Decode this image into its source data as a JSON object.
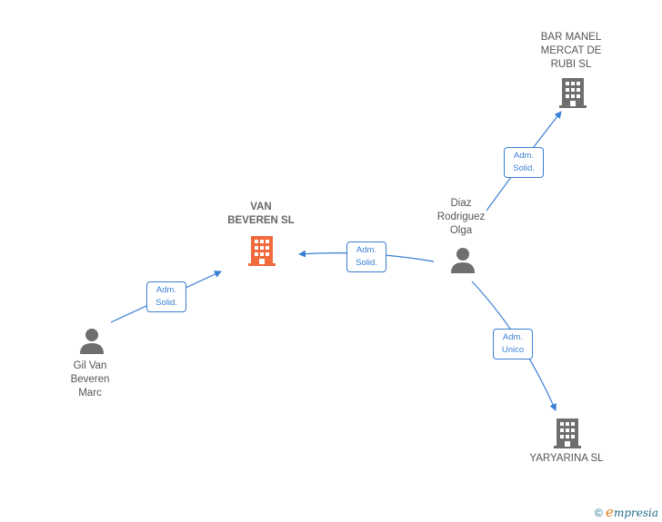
{
  "nodes": {
    "van_beveren": {
      "label": "VAN\nBEVEREN  SL",
      "kind": "company",
      "color": "#f26a3c"
    },
    "bar_manel": {
      "label": "BAR MANEL\nMERCAT DE\nRUBI  SL",
      "kind": "company",
      "color": "#6e6e6e"
    },
    "yaryarina": {
      "label": "YARYARINA  SL",
      "kind": "company",
      "color": "#6e6e6e"
    },
    "diaz": {
      "label": "Diaz\nRodriguez\nOlga",
      "kind": "person",
      "color": "#6e6e6e"
    },
    "gil": {
      "label": "Gil Van\nBeveren\nMarc",
      "kind": "person",
      "color": "#6e6e6e"
    }
  },
  "edges": {
    "gil_to_van": {
      "label": "Adm.\nSolid."
    },
    "diaz_to_van": {
      "label": "Adm.\nSolid."
    },
    "diaz_to_bar": {
      "label": "Adm.\nSolid."
    },
    "diaz_to_yar": {
      "label": "Adm.\nUnico"
    }
  },
  "colors": {
    "edge": "#3a7fd5",
    "accent": "#f26a3c",
    "icon": "#6e6e6e"
  },
  "brand": {
    "copyright": "©",
    "initial": "e",
    "name": "mpresia"
  }
}
